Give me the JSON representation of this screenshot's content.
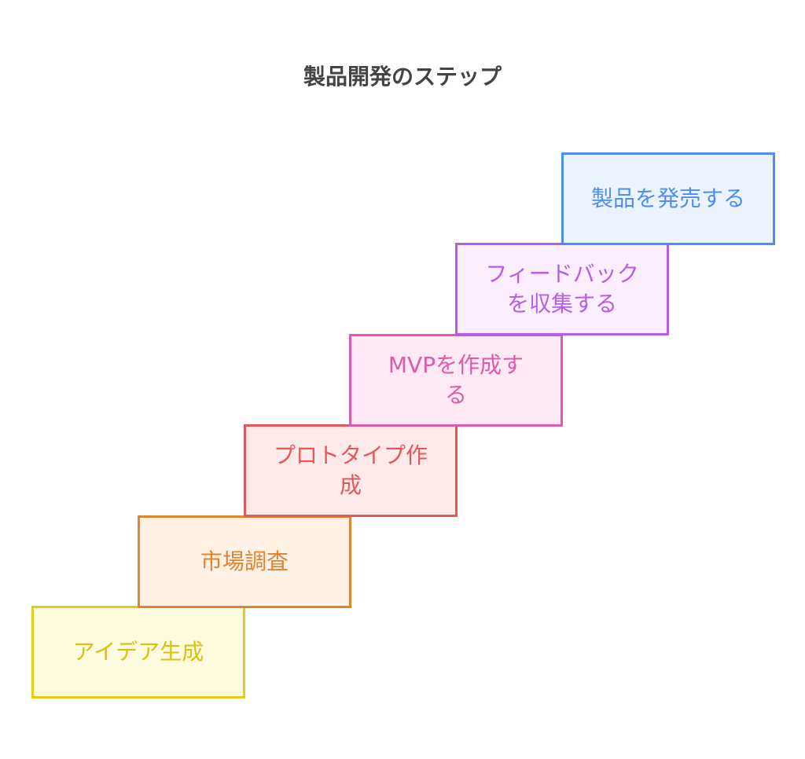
{
  "title": "製品開発のステップ",
  "steps": [
    {
      "lines": [
        "アイデア生成"
      ],
      "border": "#e6cc1a",
      "fill": "#fffbdf",
      "text": "#d9c013"
    },
    {
      "lines": [
        "市場調査"
      ],
      "border": "#e0842f",
      "fill": "#fff1e4",
      "text": "#e0842f"
    },
    {
      "lines": [
        "プロトタイプ作",
        "成"
      ],
      "border": "#e4575a",
      "fill": "#ffeaea",
      "text": "#e4575a"
    },
    {
      "lines": [
        "MVPを作成す",
        "る"
      ],
      "border": "#df5aaa",
      "fill": "#ffe9f5",
      "text": "#df5aaa"
    },
    {
      "lines": [
        "フィードバック",
        "を収集する"
      ],
      "border": "#b95de6",
      "fill": "#fbeeff",
      "text": "#b95de6"
    },
    {
      "lines": [
        "製品を発売する"
      ],
      "border": "#4f8ef0",
      "fill": "#ebf3ff",
      "text": "#4f8ef0"
    }
  ]
}
